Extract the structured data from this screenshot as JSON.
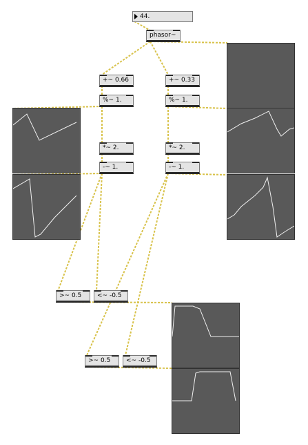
{
  "number_box": {
    "value": "44."
  },
  "objects": {
    "phasor": "phasor~",
    "plus_a": "+~ 0.66",
    "plus_b": "+~ 0.33",
    "mod_a": "%~ 1.",
    "mod_b": "%~ 1.",
    "mul_a": "*~ 2.",
    "mul_b": "*~ 2.",
    "sub_a": "-~ 1.",
    "sub_b": "-~ 1.",
    "gt_a": ">~ 0.5",
    "lt_a": "<~ -0.5",
    "gt_b": ">~ 0.5",
    "lt_b": "<~ -0.5"
  },
  "colors": {
    "patch_cord": "#d8c24a",
    "scope_bg": "#595959",
    "scope_trace": "#f0f0f0"
  }
}
